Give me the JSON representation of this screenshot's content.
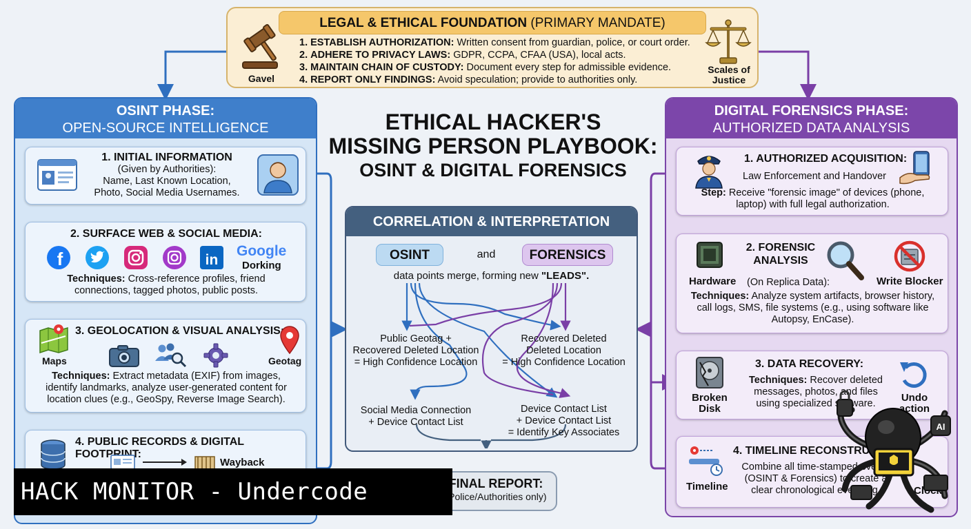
{
  "legal": {
    "title_bold": "LEGAL & ETHICAL FOUNDATION",
    "title_rest": "(PRIMARY MANDATE)",
    "items": [
      {
        "num": "1.",
        "key": "ESTABLISH AUTHORIZATION:",
        "text": "Written consent from guardian, police, or court order."
      },
      {
        "num": "2.",
        "key": "ADHERE TO PRIVACY LAWS:",
        "text": "GDPR, CCPA, CFAA (USA), local acts."
      },
      {
        "num": "3.",
        "key": "MAINTAIN CHAIN OF CUSTODY:",
        "text": "Document every step for admissible evidence."
      },
      {
        "num": "4.",
        "key": "REPORT ONLY FINDINGS:",
        "text": "Avoid speculation; provide to authorities only."
      }
    ],
    "gavel_label": "Gavel",
    "scales_label_1": "Scales of",
    "scales_label_2": "Justice"
  },
  "main_title": {
    "line1": "ETHICAL HACKER'S",
    "line2": "MISSING PERSON PLAYBOOK:",
    "line3": "OSINT & DIGITAL FORENSICS"
  },
  "osint": {
    "title": "OSINT PHASE:",
    "subtitle": "OPEN-SOURCE INTELLIGENCE",
    "step1": {
      "title": "1. INITIAL INFORMATION",
      "l1": "(Given by Authorities):",
      "l2": "Name, Last Known Location,",
      "l3": "Photo, Social Media Usernames."
    },
    "step2": {
      "title": "2. SURFACE WEB & SOCIAL MEDIA:",
      "google": "Google",
      "dorking": "Dorking",
      "tech_key": "Techniques:",
      "l1": "Cross-reference profiles, friend",
      "l2": "connections, tagged photos, public posts."
    },
    "step3": {
      "title": "3. GEOLOCATION & VISUAL ANALYSIS:",
      "maps": "Maps",
      "geotag": "Geotag",
      "tech_key": "Techniques:",
      "l1": "Extract metadata (EXIF) from images,",
      "l2": "identify landmarks, analyze user-generated content for",
      "l3": "location clues (e.g., GeoSpy, Reverse Image Search)."
    },
    "step4": {
      "title": "4. PUBLIC RECORDS & DIGITAL FOOTPRINT:",
      "wayback": "Wayback Machine"
    }
  },
  "correlation": {
    "title": "CORRELATION & INTERPRETATION",
    "osint": "OSINT",
    "and": "and",
    "forensics": "FORENSICS",
    "merge_pre": "data points merge, forming new",
    "merge_leads": "\"LEADS\".",
    "lead1": {
      "l1": "Public Geotag +",
      "l2": "Recovered Deleted Location",
      "l3": "= High Confidence Location"
    },
    "lead2": {
      "l1": "Recovered Deleted",
      "l2": "Deleted Location",
      "l3": "= High Confidence Location"
    },
    "lead3": {
      "l1": "Social Media Connection",
      "l2": "+ Device Contact List"
    },
    "lead4": {
      "l1": "Device Contact List",
      "l2": "+ Device Contact List",
      "l3": "= Identify Key Associates"
    }
  },
  "final_report": {
    "l1": "FINAL REPORT:",
    "l2": "(Police/Authorities only)"
  },
  "forensics": {
    "title": "DIGITAL FORENSICS PHASE:",
    "subtitle": "AUTHORIZED DATA ANALYSIS",
    "step1": {
      "title": "1. AUTHORIZED ACQUISITION:",
      "sub": "Law Enforcement and Handover",
      "step_key": "Step:",
      "l1": "Receive \"forensic image\" of devices (phone,",
      "l2": "laptop) with full legal authorization."
    },
    "step2": {
      "title1": "2. FORENSIC",
      "title2": "ANALYSIS",
      "hardware": "Hardware",
      "replica": "(On Replica Data):",
      "write_blocker": "Write Blocker",
      "tech_key": "Techniques:",
      "l1": "Analyze system artifacts, browser history,",
      "l2": "call logs, SMS, file systems (e.g., using software like",
      "l3": "Autopsy, EnCase)."
    },
    "step3": {
      "title": "3. DATA RECOVERY:",
      "broken1": "Broken",
      "broken2": "Disk",
      "tech_key": "Techniques:",
      "l1": "Recover deleted",
      "l2": "messages, photos, and files",
      "l3": "using specialized software.",
      "undo1": "Undo",
      "undo2": "action"
    },
    "step4": {
      "title": "4. TIMELINE RECONSTRUCTION:",
      "timeline": "Timeline",
      "l1": "Combine all time-stamped events",
      "l2": "(OSINT & Forensics) to create a",
      "l3": "clear chronological event log.",
      "clock": "Clock"
    }
  },
  "watermark": "HACK MONITOR - Undercode",
  "colors": {
    "osint_blue": "#3f7fcb",
    "forensics_purple": "#7c46aa",
    "legal_gold": "#f5c76b",
    "arrow_blue": "#2f6fbf",
    "arrow_purple": "#7a3fa6"
  }
}
